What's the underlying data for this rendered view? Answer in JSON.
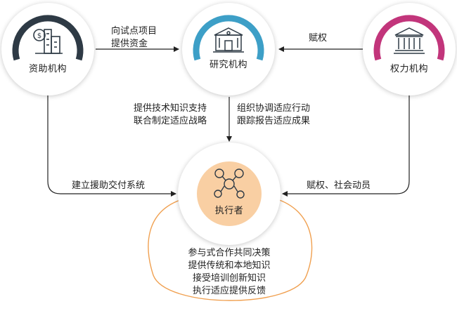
{
  "nodes": {
    "funder": {
      "label": "资助机构",
      "icon": "bank-building-icon",
      "ring_color": "#2e3a45"
    },
    "research": {
      "label": "研究机构",
      "icon": "university-building-icon",
      "ring_color": "#3d9fc7"
    },
    "authority": {
      "label": "权力机构",
      "icon": "government-building-icon",
      "ring_color": "#c2357b"
    },
    "implementer": {
      "label": "执行者",
      "icon": "people-network-icon",
      "fill_color": "#f9cfa3"
    }
  },
  "edges": {
    "funder_to_research": [
      "向试点项目",
      "提供资金"
    ],
    "authority_to_research": [
      "赋权"
    ],
    "research_to_implementer_left": [
      "提供技术知识支持",
      "联合制定适应战略"
    ],
    "research_to_implementer_right": [
      "组织协调适应行动",
      "跟踪报告适应成果"
    ],
    "funder_to_implementer": [
      "建立援助交付系统"
    ],
    "authority_to_implementer": [
      "赋权、社会动员"
    ]
  },
  "implementer_outcomes": [
    "参与式合作共同决策",
    "提供传统和本地知识",
    "接受培训创新知识",
    "执行适应提供反馈"
  ],
  "colors": {
    "arrow": "#222222",
    "outcome_outline": "#f0a050"
  }
}
